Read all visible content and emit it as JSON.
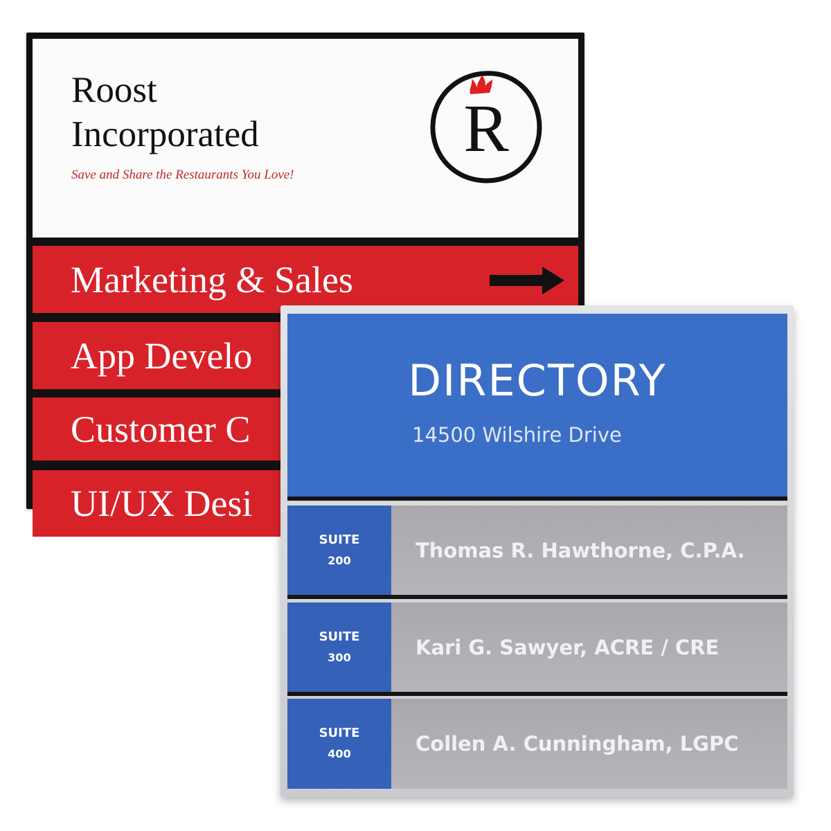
{
  "roost_sign": {
    "company_name_line1": "Roost",
    "company_name_line2": "Incorporated",
    "tagline": "Save and Share the Restaurants You Love!",
    "logo_letter": "R",
    "departments": [
      {
        "label": "Marketing & Sales",
        "icon": "arrow-right-icon"
      },
      {
        "label": "App Develo"
      },
      {
        "label": "Customer C"
      },
      {
        "label": "UI/UX Desi"
      }
    ],
    "colors": {
      "bar": "#d8222a",
      "tagline": "#c1272d",
      "header_bg": "#fbfbfb",
      "frame": "#111111"
    }
  },
  "directory_sign": {
    "title": "DIRECTORY",
    "address": "14500 Wilshire Drive",
    "entries": [
      {
        "suite_label": "SUITE",
        "suite_number": "200",
        "name": "Thomas R. Hawthorne, C.P.A."
      },
      {
        "suite_label": "SUITE",
        "suite_number": "300",
        "name": "Kari G. Sawyer, ACRE / CRE"
      },
      {
        "suite_label": "SUITE",
        "suite_number": "400",
        "name": "Collen A. Cunningham, LGPC"
      }
    ],
    "colors": {
      "header": "#3b6ec6",
      "suite_box": "#3561b8",
      "name_plate": "#b0aeb3",
      "frame": "#d5d6d8"
    }
  }
}
